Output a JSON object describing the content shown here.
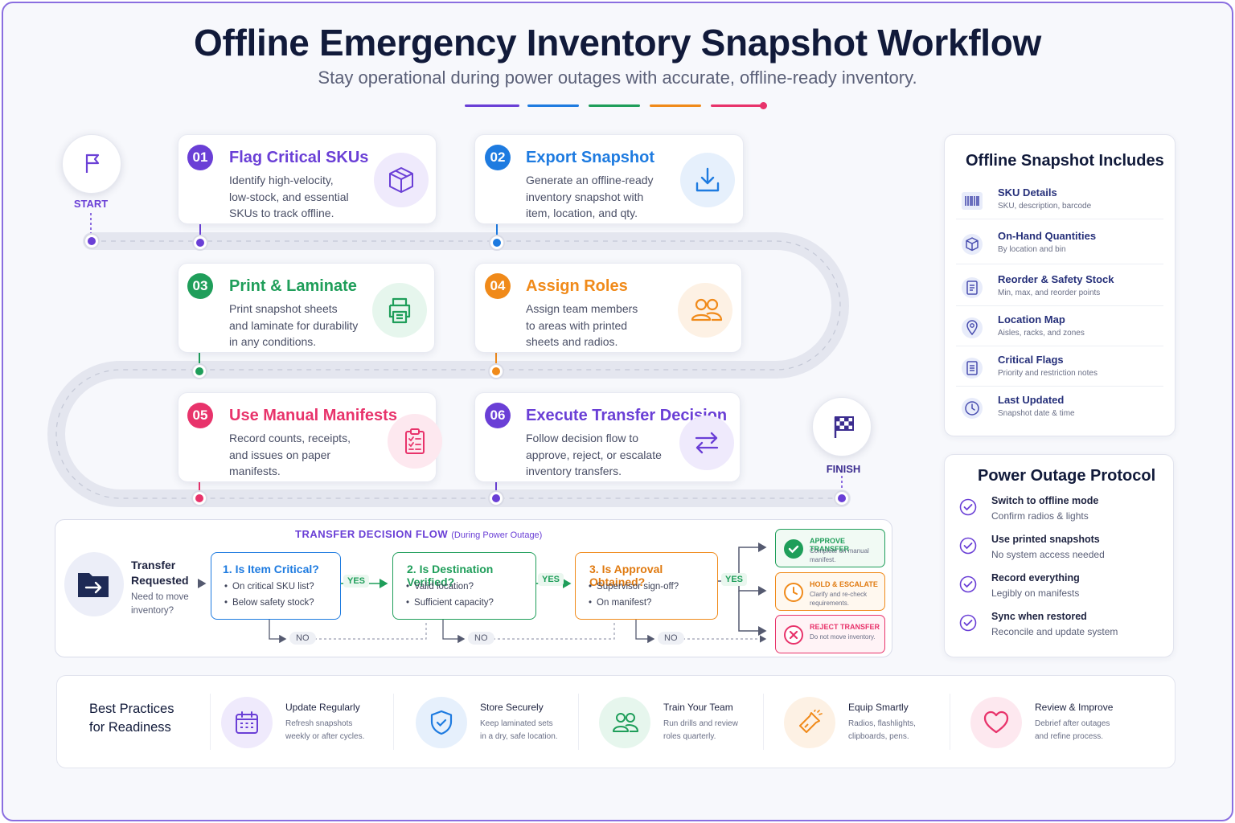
{
  "title": "Offline Emergency Inventory Snapshot Workflow",
  "subtitle": "Stay operational during power outages with accurate, offline-ready inventory.",
  "accent_colors": [
    "#6a3fd6",
    "#1e7be0",
    "#1f9e5a",
    "#f08a1a",
    "#e8336b"
  ],
  "start_label": "START",
  "finish_label": "FINISH",
  "steps": [
    {
      "num": "01",
      "title": "Flag Critical SKUs",
      "desc": [
        "Identify high-velocity,",
        "low-stock, and essential",
        "SKUs to track offline."
      ],
      "color": "#6a3fd6",
      "icon": "box-icon"
    },
    {
      "num": "02",
      "title": "Export Snapshot",
      "desc": [
        "Generate an offline-ready",
        "inventory snapshot with",
        "item, location, and qty."
      ],
      "color": "#1e7be0",
      "icon": "download-icon"
    },
    {
      "num": "03",
      "title": "Print & Laminate",
      "desc": [
        "Print snapshot sheets",
        "and laminate for durability",
        "in any conditions."
      ],
      "color": "#1f9e5a",
      "icon": "printer-icon"
    },
    {
      "num": "04",
      "title": "Assign Roles",
      "desc": [
        "Assign team members",
        "to areas with printed",
        "sheets and radios."
      ],
      "color": "#f08a1a",
      "icon": "users-icon"
    },
    {
      "num": "05",
      "title": "Use Manual Manifests",
      "desc": [
        "Record counts, receipts,",
        "and issues on paper",
        "manifests."
      ],
      "color": "#e8336b",
      "icon": "clipboard-icon"
    },
    {
      "num": "06",
      "title": "Execute Transfer Decision",
      "desc": [
        "Follow decision flow to",
        "approve, reject, or escalate",
        "inventory transfers."
      ],
      "color": "#6a3fd6",
      "icon": "transfer-icon"
    }
  ],
  "includes": {
    "title": "Offline Snapshot Includes",
    "items": [
      {
        "title": "SKU Details",
        "desc": "SKU, description, barcode",
        "icon": "barcode-icon"
      },
      {
        "title": "On-Hand Quantities",
        "desc": "By location and bin",
        "icon": "box-icon"
      },
      {
        "title": "Reorder & Safety Stock",
        "desc": "Min, max, and reorder points",
        "icon": "list-icon"
      },
      {
        "title": "Location Map",
        "desc": "Aisles, racks, and zones",
        "icon": "map-pin-icon"
      },
      {
        "title": "Critical Flags",
        "desc": "Priority and restriction notes",
        "icon": "document-icon"
      },
      {
        "title": "Last Updated",
        "desc": "Snapshot date & time",
        "icon": "clock-icon"
      }
    ]
  },
  "protocol": {
    "title": "Power Outage Protocol",
    "items": [
      {
        "title": "Switch to offline mode",
        "desc": "Confirm radios & lights"
      },
      {
        "title": "Use printed snapshots",
        "desc": "No system access needed"
      },
      {
        "title": "Record everything",
        "desc": "Legibly on manifests"
      },
      {
        "title": "Sync when restored",
        "desc": "Reconcile and update system"
      }
    ]
  },
  "flow": {
    "header": "TRANSFER DECISION FLOW",
    "header_note": "(During Power Outage)",
    "start_title": [
      "Transfer",
      "Requested"
    ],
    "start_desc": [
      "Need to move",
      "inventory?"
    ],
    "yes": "YES",
    "no": "NO",
    "questions": [
      {
        "title": "1. Is Item Critical?",
        "items": [
          "On critical SKU list?",
          "Below safety stock?"
        ],
        "color": "#1e7be0"
      },
      {
        "title": "2. Is Destination Verified?",
        "items": [
          "Valid location?",
          "Sufficient capacity?"
        ],
        "color": "#1f9e5a"
      },
      {
        "title": "3. Is Approval Obtained?",
        "items": [
          "Supervisor sign-off?",
          "On manifest?"
        ],
        "color": "#f08a1a"
      }
    ],
    "outcomes": [
      {
        "title": "APPROVE TRANSFER",
        "desc": [
          "Complete on manual",
          "manifest."
        ],
        "color": "#1f9e5a"
      },
      {
        "title": "HOLD & ESCALATE",
        "desc": [
          "Clarify and re-check",
          "requirements."
        ],
        "color": "#f08a1a"
      },
      {
        "title": "REJECT TRANSFER",
        "desc": [
          "Do not move inventory."
        ],
        "color": "#e8336b"
      }
    ]
  },
  "best_practices": {
    "label": [
      "Best Practices",
      "for Readiness"
    ],
    "items": [
      {
        "title": "Update Regularly",
        "desc": [
          "Refresh snapshots",
          "weekly or after cycles."
        ],
        "color": "#6a3fd6",
        "icon": "calendar-icon"
      },
      {
        "title": "Store Securely",
        "desc": [
          "Keep laminated sets",
          "in a dry, safe location."
        ],
        "color": "#1e7be0",
        "icon": "shield-icon"
      },
      {
        "title": "Train Your Team",
        "desc": [
          "Run drills and review",
          "roles quarterly."
        ],
        "color": "#1f9e5a",
        "icon": "users-icon"
      },
      {
        "title": "Equip Smartly",
        "desc": [
          "Radios, flashlights,",
          "clipboards, pens."
        ],
        "color": "#f08a1a",
        "icon": "flashlight-icon"
      },
      {
        "title": "Review & Improve",
        "desc": [
          "Debrief after outages",
          "and refine process."
        ],
        "color": "#e8336b",
        "icon": "heart-icon"
      }
    ]
  }
}
